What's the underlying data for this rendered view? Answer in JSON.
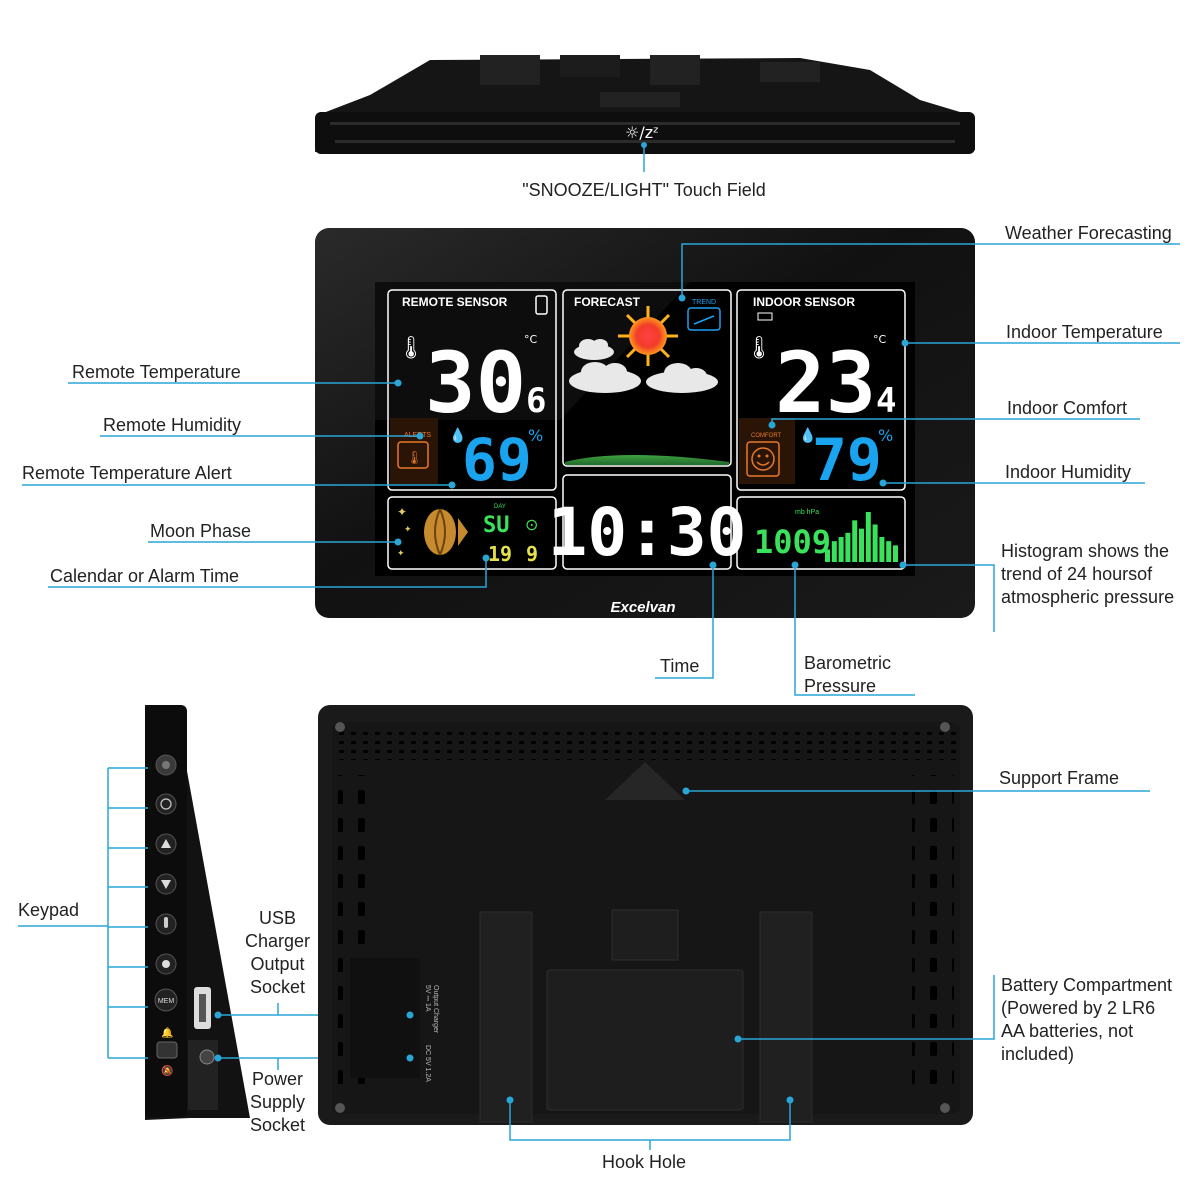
{
  "colors": {
    "leader": "#2aa6d6",
    "body": "#111111",
    "lcd": "#000000",
    "digit_white": "#ffffff",
    "digit_blue": "#1aa3ef",
    "digit_green": "#39e25a",
    "digit_yellow": "#e5e04a",
    "alert_orange": "#e8792b"
  },
  "top_view": {
    "touch_icons": "☼/zᶻ",
    "label": "\"SNOOZE/LIGHT\" Touch Field"
  },
  "front_view": {
    "brand": "Excelvan",
    "remote_panel": {
      "title": "REMOTE SENSOR",
      "temperature_int": "30",
      "temperature_dec": "6",
      "temp_unit": "°C",
      "humidity": "69",
      "humidity_unit": "%",
      "alerts_label": "ALERTS"
    },
    "forecast_panel": {
      "title": "FORECAST",
      "trend_label": "TREND"
    },
    "indoor_panel": {
      "title": "INDOOR SENSOR",
      "temperature_int": "23",
      "temperature_dec": "4",
      "temp_unit": "°C",
      "humidity": "79",
      "humidity_unit": "%",
      "comfort_label": "COMFORT"
    },
    "moon_panel": {
      "day_label": "DAY",
      "day": "SU",
      "date1": "19",
      "date2": "9"
    },
    "clock": {
      "time": "10:30"
    },
    "pressure_panel": {
      "value": "1009",
      "unit": "mb hPa",
      "histogram": [
        3,
        5,
        6,
        7,
        10,
        8,
        12,
        9,
        6,
        5,
        4
      ]
    }
  },
  "callouts": {
    "weather_forecasting": "Weather Forecasting",
    "indoor_temperature": "Indoor Temperature",
    "remote_temperature": "Remote Temperature",
    "indoor_comfort": "Indoor Comfort",
    "remote_humidity": "Remote Humidity",
    "remote_temperature_alert": "Remote Temperature Alert",
    "indoor_humidity": "Indoor Humidity",
    "moon_phase": "Moon Phase",
    "calendar_alarm": "Calendar or Alarm Time",
    "histogram": "Histogram shows the trend of 24 hoursof atmospheric pressure",
    "time": "Time",
    "barometric": "Barometric Pressure",
    "support_frame": "Support Frame",
    "keypad": "Keypad",
    "usb": "USB Charger Output Socket",
    "power": "Power Supply Socket",
    "battery": "Battery Compartment (Powered by 2 LR6 AA batteries, not included)",
    "hook_hole": "Hook Hole"
  },
  "back_view": {
    "port_text_1": "5V ⎓ 1A",
    "port_text_2": "Output Charger",
    "port_text_3": "DC 5V 1.2A"
  },
  "keypad_icons": [
    "gear-icon",
    "alarm-icon",
    "up-arrow-icon",
    "down-arrow-icon",
    "thermometer-icon",
    "light-icon",
    "mem-button",
    "bell-icon",
    "slider-switch",
    "bell-off-icon"
  ],
  "keypad_mem_label": "MEM"
}
